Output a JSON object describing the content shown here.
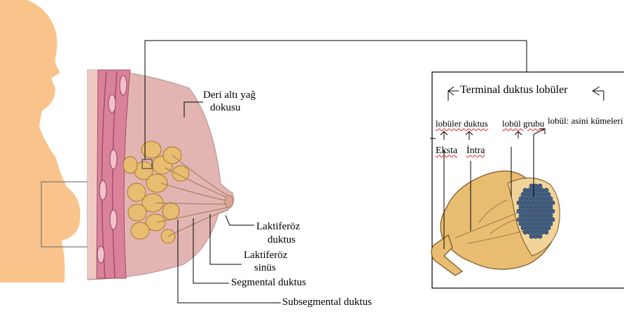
{
  "labels": {
    "subcutaneous_fat_line1": "Deri altı yağ",
    "subcutaneous_fat_line2": "dokusu",
    "lactiferous_duct_line1": "Laktiferöz",
    "lactiferous_duct_line2": "duktus",
    "lactiferous_sinus_line1": "Laktiferöz",
    "lactiferous_sinus_line2": "sinüs",
    "segmental_duct": "Segmental duktus",
    "subsegmental_duct": "Subsegmental duktus",
    "tdlu": "Terminal duktus lobüler",
    "lobular_duct": "lobüler duktus",
    "lobule_group": "lobül grubu",
    "lobule": "lobül: asini kümeleri",
    "extra": "Eksta",
    "intra": "İntra"
  },
  "colors": {
    "skin": "#f9c48b",
    "breast_tissue": "#e2b5b3",
    "muscle": "#d9829a",
    "glands": "#e8bd72",
    "acini": "#3f5f88"
  }
}
